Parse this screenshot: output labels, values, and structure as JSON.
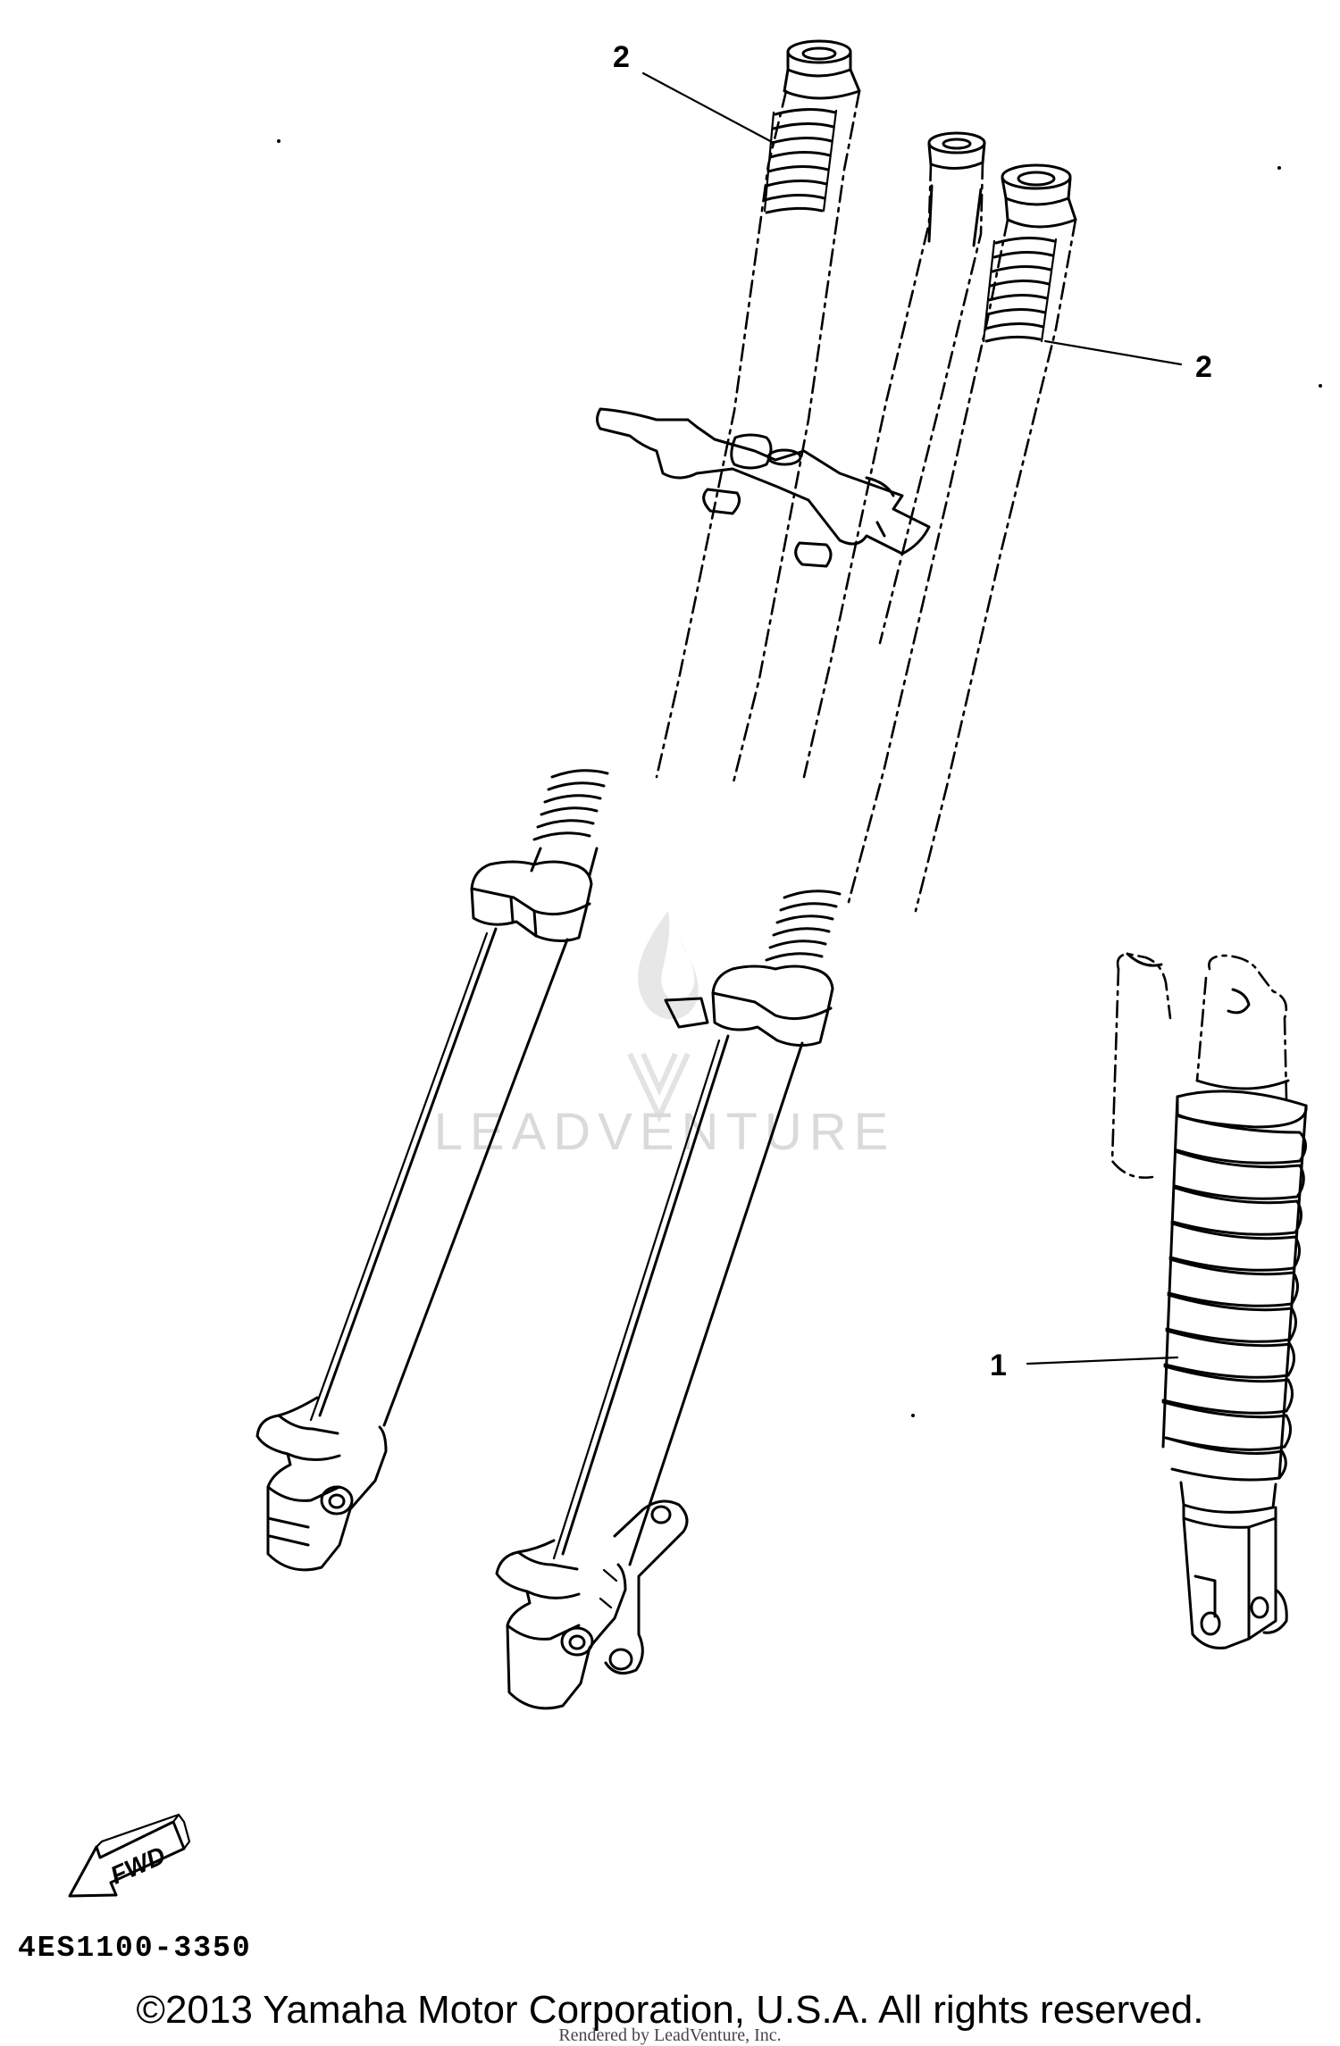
{
  "callouts": {
    "fork_spring_left": "2",
    "fork_spring_right": "2",
    "rear_shock_spring": "1"
  },
  "fwd_arrow_label": "FWD",
  "watermark": {
    "text": "LEADVENTURE",
    "color": "#d6d6d6"
  },
  "diagram_code": "4ES1100-3350",
  "copyright": "©2013 Yamaha Motor Corporation, U.S.A. All rights reserved.",
  "rendered_by": "Rendered by LeadVenture, Inc."
}
